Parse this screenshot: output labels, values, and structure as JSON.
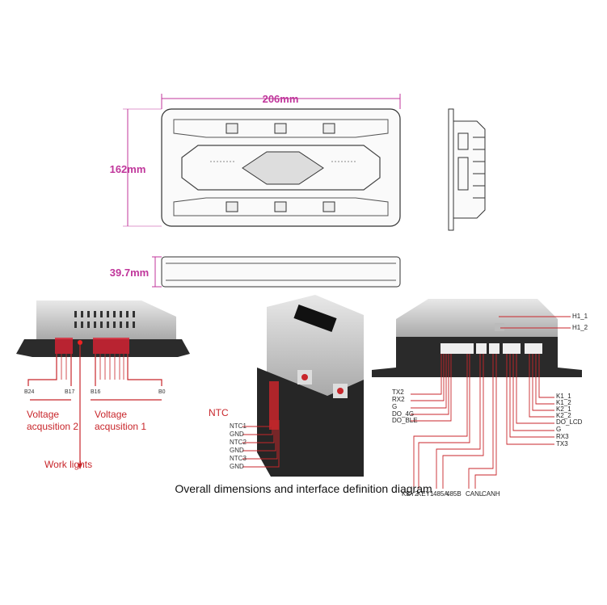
{
  "dimensions": {
    "width": "206mm",
    "height": "162mm",
    "depth": "39.7mm"
  },
  "left_view": {
    "left_pin_range": [
      "B24",
      "B17"
    ],
    "right_pin_range": [
      "B16",
      "B0"
    ],
    "label_voltage_2": [
      "Voltage",
      "acqusition 2"
    ],
    "label_voltage_1": [
      "Voltage",
      "acqusition 1"
    ],
    "label_work_lights": "Work lights"
  },
  "middle_view": {
    "title": "NTC",
    "pins": [
      "NTC1",
      "GND",
      "NTC2",
      "GND",
      "NTC3",
      "GND"
    ]
  },
  "right_view": {
    "top_pins": [
      "H1_1",
      "H1_2"
    ],
    "left_pins": [
      "TX2",
      "RX2",
      "G",
      "DO_4G",
      "DO_BLE"
    ],
    "right_pins": [
      "K1_1",
      "K1_2",
      "K2_1",
      "K2_2",
      "DO_LCD",
      "G",
      "RX3",
      "TX3"
    ],
    "bottom_pins": [
      "KEY2",
      "KEY1",
      "485A",
      "485B",
      "CANL",
      "CANH"
    ]
  },
  "caption": "Overall dimensions and interface definition diagram",
  "colors": {
    "dimension": "#c0369b",
    "wire": "#c8262b"
  }
}
